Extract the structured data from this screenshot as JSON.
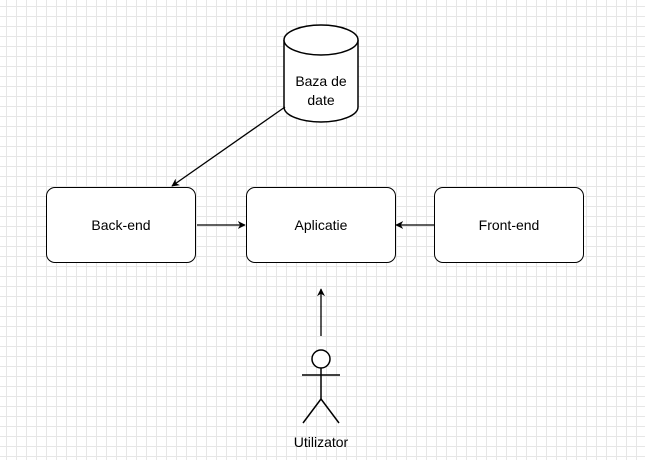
{
  "nodes": {
    "database": {
      "line1": "Baza de",
      "line2": "date"
    },
    "backend": {
      "label": "Back-end"
    },
    "application": {
      "label": "Aplicatie"
    },
    "frontend": {
      "label": "Front-end"
    },
    "actor": {
      "label": "Utilizator"
    }
  },
  "colors": {
    "stroke": "#000000",
    "fill": "#ffffff",
    "grid": "#e6e6e6"
  },
  "edges": [
    {
      "from": "database",
      "to": "backend"
    },
    {
      "from": "backend",
      "to": "application"
    },
    {
      "from": "frontend",
      "to": "application"
    },
    {
      "from": "actor",
      "to": "application"
    }
  ]
}
